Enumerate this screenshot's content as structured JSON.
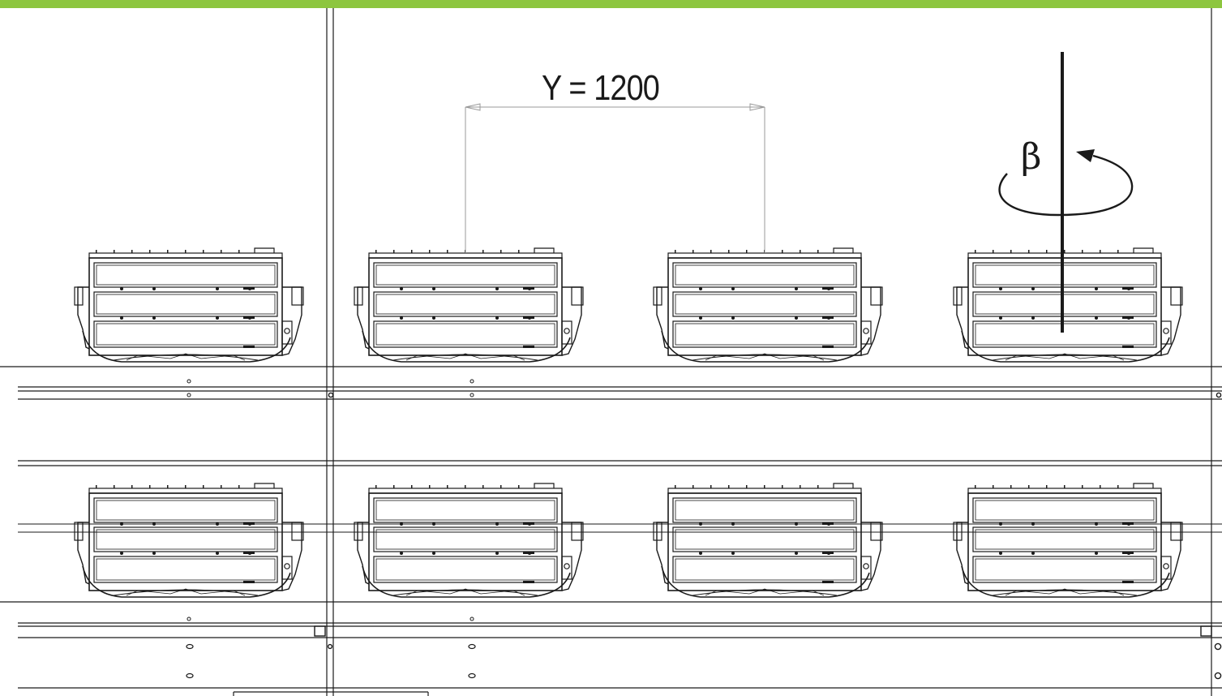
{
  "colors": {
    "top_bar": "#8dc63f",
    "line": "#1a1a1a",
    "thin_line": "#9a9a9a"
  },
  "dimension": {
    "label": "Y = 1200"
  },
  "rotation": {
    "label": "β"
  },
  "fixtures": {
    "rows": 2,
    "per_row": 4
  }
}
